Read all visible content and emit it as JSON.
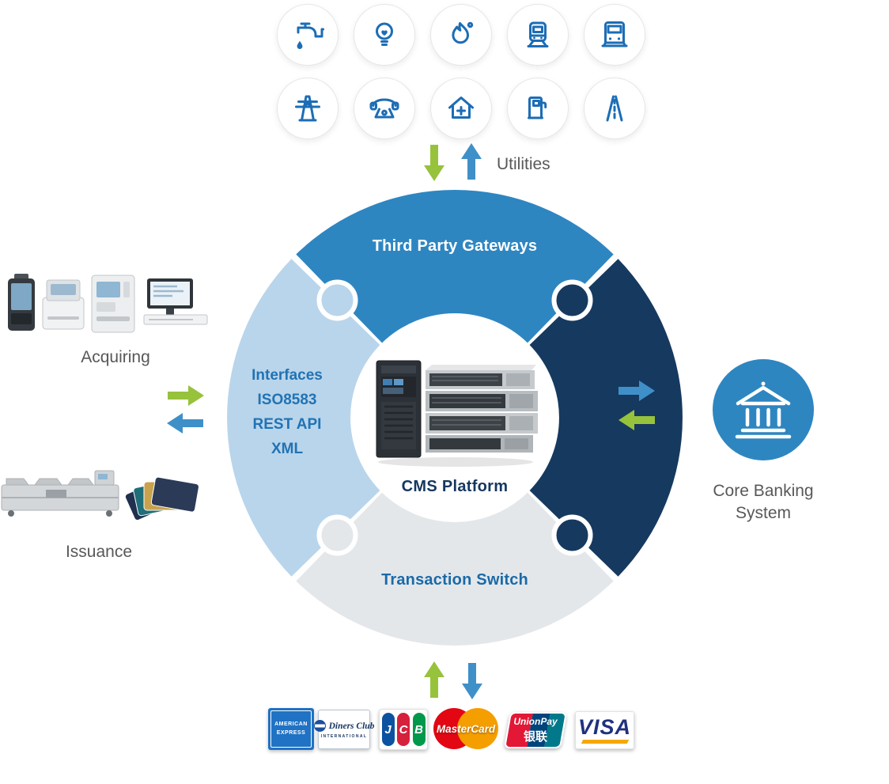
{
  "utilities": {
    "label": "Utilities",
    "icons": [
      {
        "name": "faucet-icon"
      },
      {
        "name": "lightbulb-icon"
      },
      {
        "name": "gas-flame-icon"
      },
      {
        "name": "train-icon"
      },
      {
        "name": "bus-icon"
      },
      {
        "name": "power-pylon-icon"
      },
      {
        "name": "telephone-icon"
      },
      {
        "name": "home-care-icon"
      },
      {
        "name": "fuel-pump-icon"
      },
      {
        "name": "road-icon"
      }
    ]
  },
  "ring": {
    "top_segment": {
      "label": "Third Party Gateways",
      "color": "#2e86c1"
    },
    "right_segment": {
      "color": "#16395f"
    },
    "bottom_segment": {
      "label": "Transaction Switch",
      "color": "#e4e7ea"
    },
    "left_segment": {
      "color": "#b9d5eb",
      "lines": [
        "Interfaces",
        "ISO8583",
        "REST API",
        "XML"
      ]
    },
    "center_label": "CMS Platform"
  },
  "acquiring": {
    "label": "Acquiring"
  },
  "issuance": {
    "label": "Issuance"
  },
  "core_banking": {
    "lines": [
      "Core Banking",
      "System"
    ]
  },
  "card_networks": {
    "amex": {
      "line1": "AMERICAN",
      "line2": "EXPRESS"
    },
    "diners": {
      "name": "Diners Club",
      "subtitle": "INTERNATIONAL"
    },
    "jcb": {
      "j": "J",
      "c": "C",
      "b": "B"
    },
    "mastercard": {
      "name": "MasterCard"
    },
    "unionpay": {
      "name": "UnionPay",
      "chinese": "银联"
    },
    "visa": {
      "name": "VISA"
    }
  },
  "colors": {
    "green_arrow": "#97c23c",
    "blue_arrow": "#3f90c8",
    "mid_blue": "#2e86c1",
    "navy": "#16395f",
    "light_blue": "#b9d5eb",
    "gray_segment": "#e4e7ea",
    "icon_blue": "#1c6db6"
  }
}
